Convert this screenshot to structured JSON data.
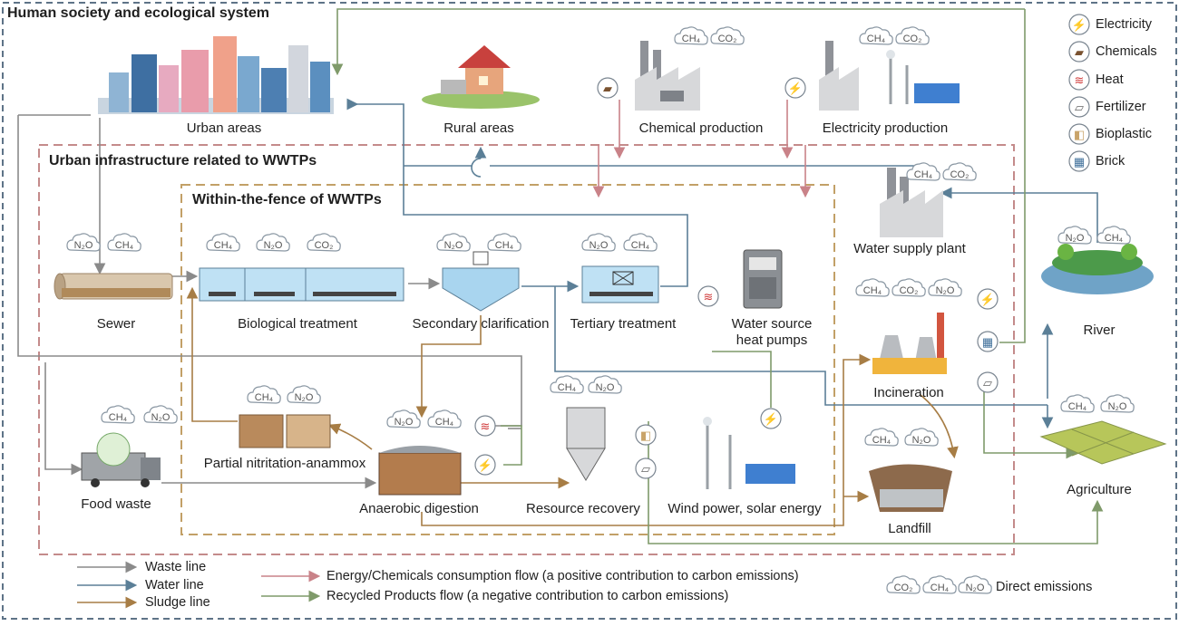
{
  "regions": {
    "outer": "Human society and ecological system",
    "urban": "Urban infrastructure related to WWTPs",
    "fence": "Within-the-fence of WWTPs"
  },
  "nodes": {
    "urban_areas": "Urban areas",
    "rural_areas": "Rural areas",
    "chemical_production": "Chemical production",
    "electricity_production": "Electricity production",
    "water_supply_plant": "Water supply plant",
    "river": "River",
    "sewer": "Sewer",
    "biological_treatment": "Biological treatment",
    "secondary_clarification": "Secondary clarification",
    "tertiary_treatment": "Tertiary treatment",
    "heat_pumps_line1": "Water source",
    "heat_pumps_line2": "heat pumps",
    "incineration": "Incineration",
    "partial_nitritation": "Partial nitritation-anammox",
    "anaerobic_digestion": "Anaerobic digestion",
    "resource_recovery": "Resource recovery",
    "wind_solar": "Wind power, solar energy",
    "landfill": "Landfill",
    "agriculture": "Agriculture",
    "food_waste": "Food waste"
  },
  "gases": {
    "ch4": "CH₄",
    "co2": "CO₂",
    "n2o": "N₂O"
  },
  "icon_legend": [
    {
      "icon": "electricity-icon",
      "label": "Electricity",
      "color": "#c8962e"
    },
    {
      "icon": "chemicals-icon",
      "label": "Chemicals",
      "color": "#7a5230"
    },
    {
      "icon": "heat-icon",
      "label": "Heat",
      "color": "#d03a3a"
    },
    {
      "icon": "fertilizer-icon",
      "label": "Fertilizer",
      "color": "#666666"
    },
    {
      "icon": "bioplastic-icon",
      "label": "Bioplastic",
      "color": "#c9a46a"
    },
    {
      "icon": "brick-icon",
      "label": "Brick",
      "color": "#3f6f9a"
    }
  ],
  "line_legend": [
    {
      "label": "Waste line",
      "color": "#8a8a8a"
    },
    {
      "label": "Water line",
      "color": "#5b7f97"
    },
    {
      "label": "Sludge line",
      "color": "#a77d45"
    }
  ],
  "flow_legend": [
    {
      "label": "Energy/Chemicals consumption flow (a positive contribution to carbon emissions)",
      "color": "#c98288"
    },
    {
      "label": "Recycled Products flow (a negative contribution to carbon emissions)",
      "color": "#7f9a6a"
    }
  ],
  "direct_emissions": "Direct emissions",
  "colors": {
    "outer_border": "#5e7387",
    "urban_border": "#c48b8b",
    "fence_border": "#c2a067",
    "waste": "#8a8a8a",
    "water": "#5b7f97",
    "sludge": "#a77d45",
    "energy": "#c98288",
    "recycled": "#7f9a6a"
  }
}
